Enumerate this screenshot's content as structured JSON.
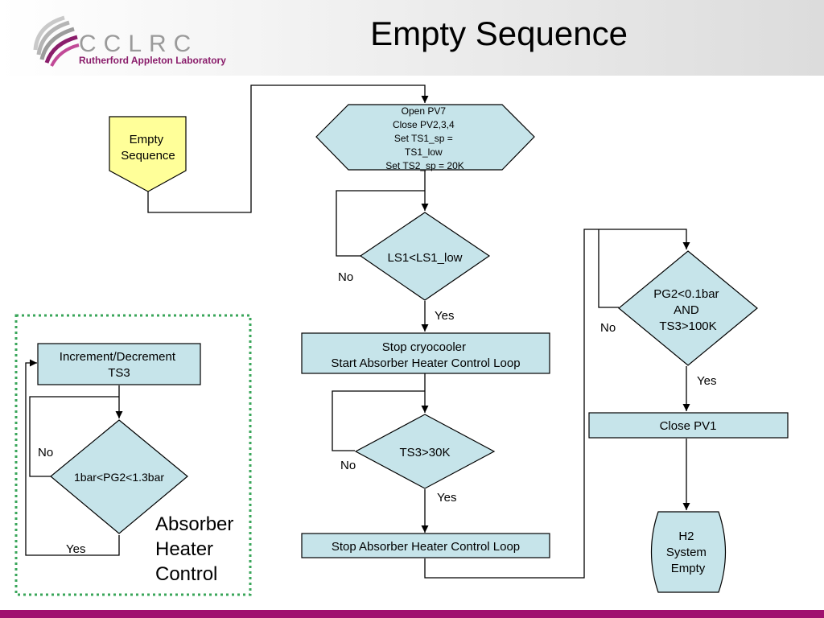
{
  "header": {
    "logo": {
      "name": "CCLRC",
      "subtitle": "Rutherford Appleton Laboratory"
    },
    "title": "Empty Sequence"
  },
  "colors": {
    "process_fill": "#c6e4ea",
    "start_fill": "#ffff99",
    "group_border": "#3aa65a",
    "footer_bar": "#a0106f",
    "logo_accent": "#8a1d6b"
  },
  "flowchart": {
    "start": [
      "Empty",
      "Sequence"
    ],
    "prep": [
      "Open PV7",
      "Close PV2,3,4",
      "Set TS1_sp =",
      "TS1_low",
      "Set TS2_sp = 20K"
    ],
    "decision_ls1": "LS1<LS1_low",
    "action_stop_cryocooler": [
      "Stop cryocooler",
      "Start Absorber Heater Control Loop"
    ],
    "decision_ts3": "TS3>30K",
    "action_stop_heater": "Stop Absorber Heater Control Loop",
    "decision_pg2": [
      "PG2<0.1bar",
      "AND",
      "TS3>100K"
    ],
    "action_close_pv1": "Close PV1",
    "terminal": [
      "H2",
      "System",
      "Empty"
    ],
    "labels": {
      "yes": "Yes",
      "no": "No"
    },
    "heater_group": {
      "increment": [
        "Increment/Decrement",
        "TS3"
      ],
      "decision": "1bar<PG2<1.3bar",
      "caption": [
        "Absorber",
        "Heater",
        "Control"
      ]
    }
  }
}
